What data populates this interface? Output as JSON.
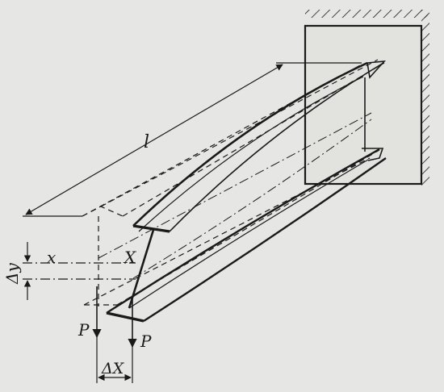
{
  "diagram": {
    "labels": {
      "length": "l",
      "axis_left": "x",
      "axis_right": "X",
      "delta_y": "Δy",
      "load_left": "P",
      "load_right": "P",
      "delta_x": "ΔX"
    },
    "colors": {
      "ink": "#1a1a1a",
      "paper": "#e6e6e4"
    }
  }
}
